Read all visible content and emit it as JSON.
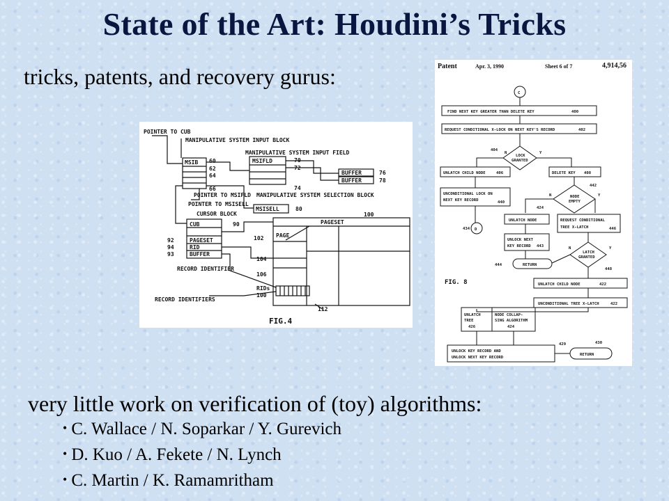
{
  "slide": {
    "title": "State of the Art: Houdini’s Tricks",
    "subtitle": "tricks, patents, and recovery gurus:",
    "verification_line": "very little work on verification of (toy) algorithms:",
    "bullets": [
      "C. Wallace / N. Soparkar / Y. Gurevich",
      "D. Kuo / A. Fekete / N. Lynch",
      "C. Martin / K. Ramamritham"
    ]
  },
  "fig4": {
    "caption": "FIG.4",
    "labels": {
      "pointer_to_cub": "POINTER TO CUB",
      "msib_block": "MANIPULATIVE SYSTEM INPUT BLOCK",
      "msifld_field": "MANIPULATIVE SYSTEM INPUT FIELD",
      "msib": "MSIB",
      "msifld": "MSIFLD",
      "buffer": "BUFFER",
      "pointer_to_msifld": "POINTER TO MSIFLD",
      "msi_selection": "MANIPULATIVE SYSTEM SELECTION BLOCK",
      "pointer_to_msisell": "POINTER TO MSISELL",
      "msisell": "MSISELL",
      "cursor_block": "CURSOR BLOCK",
      "cub": "CUB",
      "pageset": "PAGESET",
      "rid": "RID",
      "page": "PAGE",
      "record_identifier": "RECORD IDENTIFIER",
      "record_identifiers": "RECORD IDENTIFIERS",
      "rids": "RIDs"
    },
    "refs": {
      "r60": "60",
      "r62": "62",
      "r64": "64",
      "r66": "66",
      "r70": "70",
      "r72": "72",
      "r74": "74",
      "r76": "76",
      "r78": "78",
      "r80": "80",
      "r90": "90",
      "r92": "92",
      "r94": "94",
      "r93": "93",
      "r100": "100",
      "r102": "102",
      "r104": "104",
      "r106": "106",
      "r112": "112"
    }
  },
  "fig8": {
    "header": {
      "patent": "Patent",
      "date": "Apr. 3, 1990",
      "sheet": "Sheet 6 of 7",
      "number": "4,914,56"
    },
    "caption": "FIG. 8",
    "start": "C",
    "boxes": {
      "find_next_key": "FIND NEXT KEY GREATER THAN DELETE KEY",
      "request_x_lock": "REQUEST CONDITIONAL X-LOCK ON NEXT KEY'S RECORD",
      "unlatch_child_406": "UNLATCH CHILD NODE",
      "delete_key": "DELETE KEY",
      "unconditional_lock_1": "UNCONDITIONAL LOCK ON",
      "unconditional_lock_2": "NEXT KEY RECORD",
      "unlatch_node": "UNLATCH NODE",
      "request_tree_1": "REQUEST CONDITIONAL",
      "request_tree_2": "TREE X-LATCH",
      "unlock_next_1": "UNLOCK NEXT",
      "unlock_next_2": "KEY RECORD",
      "return": "RETURN",
      "unlatch_child_node": "UNLATCH CHILD NODE",
      "unconditional_tree": "UNCONDITIONAL TREE X-LATCH",
      "unlatch_tree_1": "UNLATCH",
      "unlatch_tree_2": "TREE",
      "collapse_1": "NODE COLLAP-",
      "collapse_2": "SING ALGORITHM",
      "unlock_both_1": "UNLOCK KEY RECORD AND",
      "unlock_both_2": "UNLOCK NEXT KEY RECORD",
      "d": "D"
    },
    "diamonds": {
      "lock_granted_1": "LOCK",
      "lock_granted_2": "GRANTED",
      "node_empty_1": "NODE",
      "node_empty_2": "EMPTY",
      "latch_granted_1": "LATCH",
      "latch_granted_2": "GRANTED"
    },
    "branch": {
      "y": "Y",
      "n": "N"
    },
    "refs": {
      "r400": "400",
      "r402": "402",
      "r404": "404",
      "r406": "406",
      "r408": "408",
      "r440": "440",
      "r442": "442",
      "r424": "424",
      "r446": "446",
      "r434": "434",
      "r443": "443",
      "r444": "444",
      "r448": "448",
      "r422": "422",
      "r426": "426",
      "r429": "429",
      "r430": "430"
    }
  }
}
